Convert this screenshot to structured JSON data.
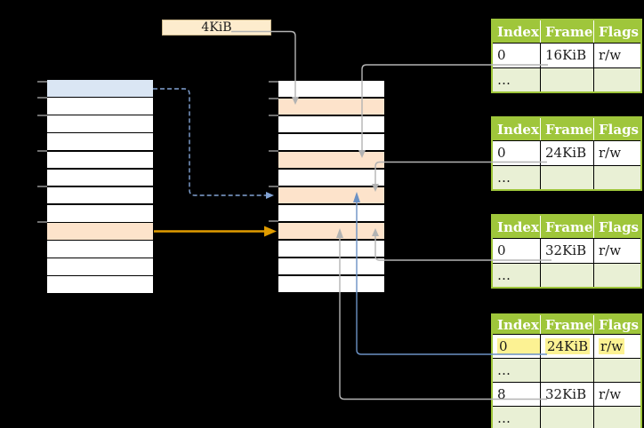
{
  "canvas": {
    "background": "#000000"
  },
  "label_box": {
    "text": "4KiB"
  },
  "left_column": {
    "rows": [
      "blue",
      "white",
      "white",
      "white",
      "white",
      "white",
      "white",
      "white",
      "orange",
      "white",
      "white",
      "white"
    ]
  },
  "middle_column": {
    "rows": [
      "white",
      "orange",
      "white",
      "white",
      "orange",
      "white",
      "orange",
      "white",
      "orange",
      "white",
      "white",
      "white"
    ]
  },
  "tables": [
    {
      "headers": [
        "Index",
        "Frame",
        "Flags"
      ],
      "rows": [
        {
          "index": "0",
          "frame": "16KiB",
          "flags": "r/w"
        },
        {
          "index": "…",
          "frame": "",
          "flags": ""
        }
      ]
    },
    {
      "headers": [
        "Index",
        "Frame",
        "Flags"
      ],
      "rows": [
        {
          "index": "0",
          "frame": "24KiB",
          "flags": "r/w"
        },
        {
          "index": "…",
          "frame": "",
          "flags": ""
        }
      ]
    },
    {
      "headers": [
        "Index",
        "Frame",
        "Flags"
      ],
      "rows": [
        {
          "index": "0",
          "frame": "32KiB",
          "flags": "r/w"
        },
        {
          "index": "…",
          "frame": "",
          "flags": ""
        }
      ]
    },
    {
      "headers": [
        "Index",
        "Frame",
        "Flags"
      ],
      "rows": [
        {
          "index": "0",
          "frame": "24KiB",
          "flags": "r/w",
          "highlight": true
        },
        {
          "index": "…",
          "frame": "",
          "flags": ""
        },
        {
          "index": "8",
          "frame": "32KiB",
          "flags": "r/w"
        },
        {
          "index": "…",
          "frame": "",
          "flags": ""
        }
      ]
    }
  ],
  "connectors": [
    {
      "name": "arrow-4kib-to-page-table-row2",
      "style": "gray-solid"
    },
    {
      "name": "arrow-table-16kib-to-page-table-row5",
      "style": "gray-solid"
    },
    {
      "name": "arrow-table-24kib-to-page-table-row7",
      "style": "gray-solid"
    },
    {
      "name": "arrow-table-32kib-to-page-table-row9",
      "style": "gray-solid"
    },
    {
      "name": "arrow-bottom-table-row1-to-page-table-row7",
      "style": "blue-solid"
    },
    {
      "name": "arrow-bottom-table-row3-to-page-table-row9",
      "style": "gray-solid"
    },
    {
      "name": "arrow-blue-cell-to-page-table-row7",
      "style": "blue-dashed"
    },
    {
      "name": "arrow-orange-cell-to-page-table-row9",
      "style": "orange-solid"
    }
  ],
  "colors": {
    "canvas_bg": "#000000",
    "header_green": "#9fc63b",
    "row_green": "#e9f0d5",
    "border_green": "#9fc63b",
    "cell_orange": "#fde3cb",
    "cell_blue": "#dae6f4",
    "label_cream": "#fdeccd",
    "label_border": "#cdb98c",
    "highlight_yellow": "#fcf293",
    "line_gray": "#b3b3b3",
    "line_blue": "#6b91c4",
    "line_blue_dashed": "#82a3d4",
    "line_orange": "#e09c00",
    "tick_gray": "#8c8c8c",
    "text_dark": "#1a1a1a",
    "header_text": "#ffffff"
  }
}
